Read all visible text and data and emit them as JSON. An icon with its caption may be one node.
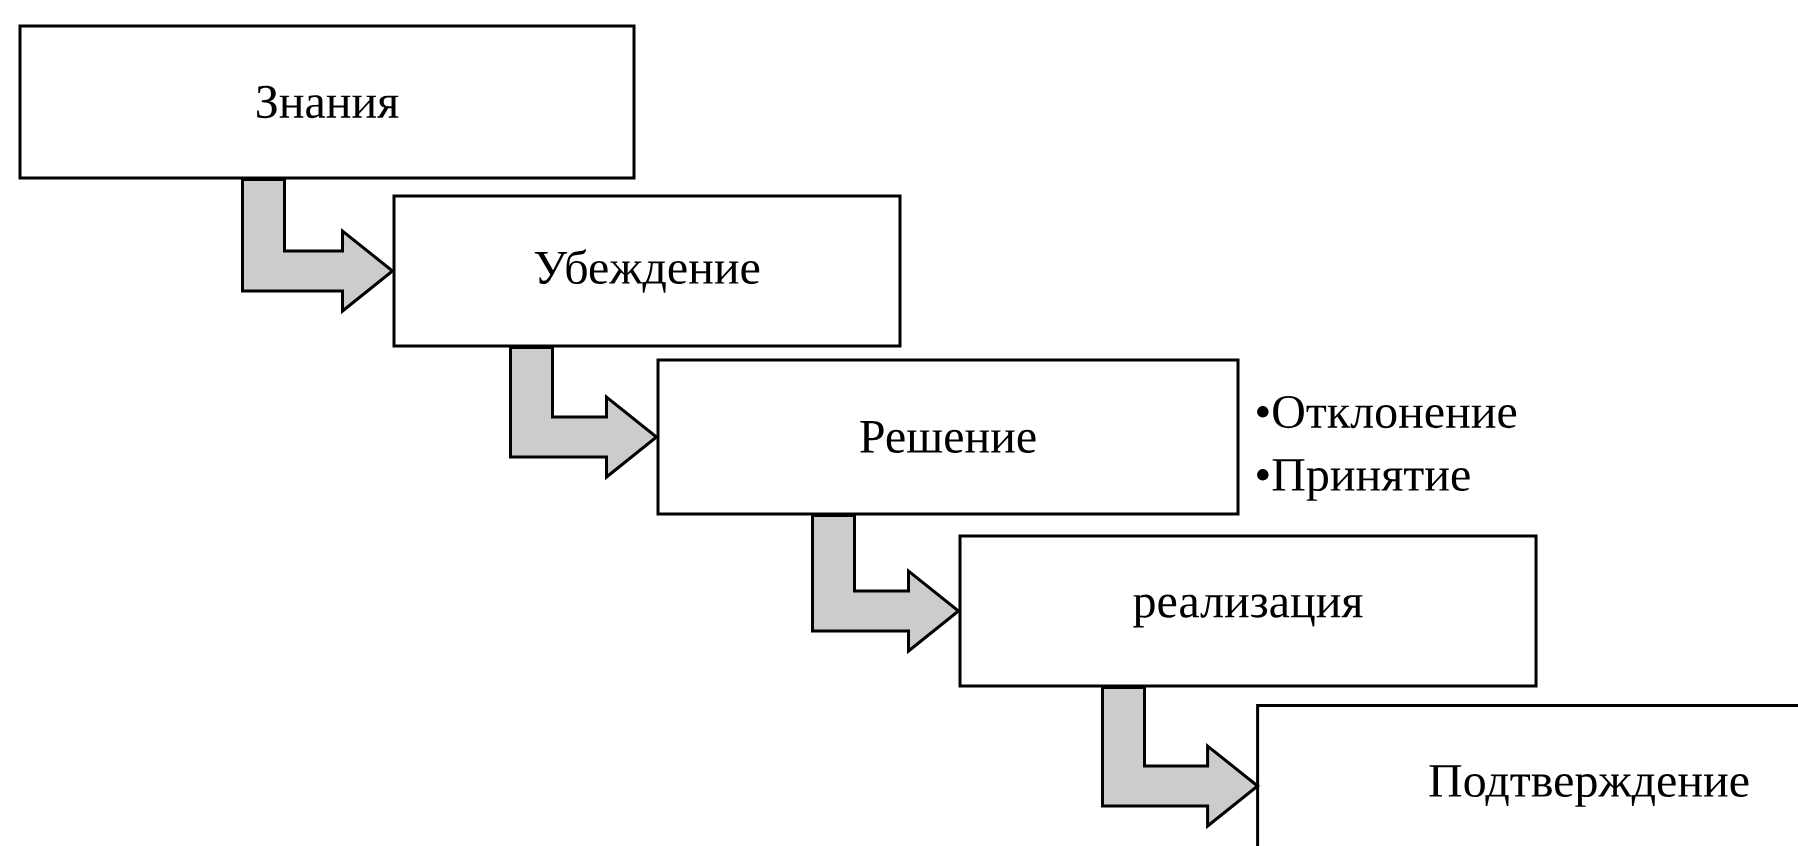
{
  "diagram": {
    "nodes": [
      {
        "text": [
          "Знания"
        ]
      },
      {
        "text": [
          "Убеждение"
        ]
      },
      {
        "text": [
          "Решение"
        ],
        "beside": [
          "•Отклонение",
          "•Принятие"
        ]
      },
      {
        "text": [
          "реализация"
        ]
      },
      {
        "text": [
          "Подтверждение"
        ]
      }
    ],
    "edges": [
      {
        "from": 0,
        "to": 1,
        "arrow": "to"
      },
      {
        "from": 1,
        "to": 2,
        "arrow": "to"
      },
      {
        "from": 2,
        "to": 3,
        "arrow": "to"
      },
      {
        "from": 3,
        "to": 4,
        "arrow": "to"
      }
    ]
  }
}
